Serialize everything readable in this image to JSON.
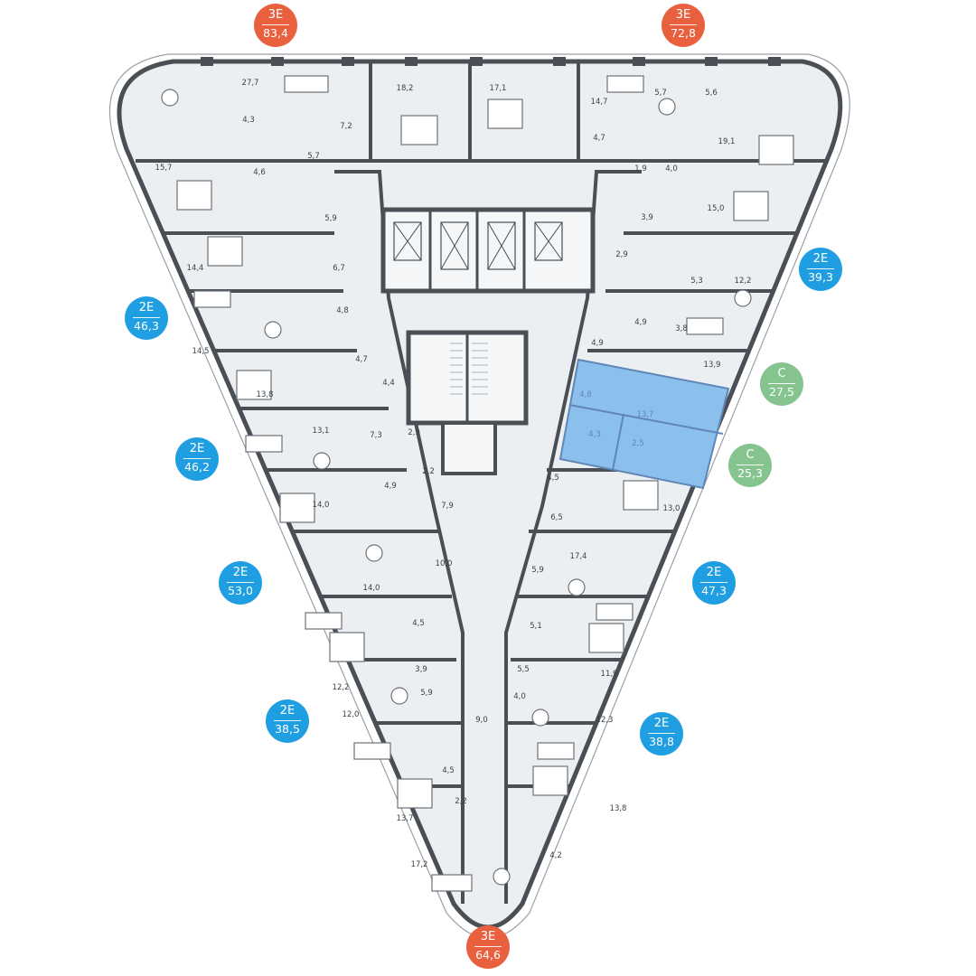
{
  "colors": {
    "badge_3e": "#e9603f",
    "badge_2e": "#1f9fe2",
    "badge_studio": "#86c48f",
    "selected_unit": "#8cc0ec",
    "floor": "#eceff2",
    "wall": "#4a4f55",
    "line": "#8a9097"
  },
  "badges": [
    {
      "type": "3E",
      "area": "83,4",
      "color": "#e9603f"
    },
    {
      "type": "3E",
      "area": "72,8",
      "color": "#e9603f"
    },
    {
      "type": "2E",
      "area": "39,3",
      "color": "#1f9fe2"
    },
    {
      "type": "2E",
      "area": "46,3",
      "color": "#1f9fe2"
    },
    {
      "type": "С",
      "area": "27,5",
      "color": "#86c48f"
    },
    {
      "type": "2E",
      "area": "46,2",
      "color": "#1f9fe2"
    },
    {
      "type": "С",
      "area": "25,3",
      "color": "#86c48f"
    },
    {
      "type": "2E",
      "area": "53,0",
      "color": "#1f9fe2"
    },
    {
      "type": "2E",
      "area": "47,3",
      "color": "#1f9fe2"
    },
    {
      "type": "2E",
      "area": "38,5",
      "color": "#1f9fe2"
    },
    {
      "type": "2E",
      "area": "38,8",
      "color": "#1f9fe2"
    },
    {
      "type": "3E",
      "area": "64,6",
      "color": "#e9603f"
    }
  ],
  "rooms": [
    {
      "label": "27,7"
    },
    {
      "label": "18,2"
    },
    {
      "label": "17,1"
    },
    {
      "label": "14,7"
    },
    {
      "label": "5,7"
    },
    {
      "label": "5,6"
    },
    {
      "label": "4,3"
    },
    {
      "label": "7,2"
    },
    {
      "label": "4,7"
    },
    {
      "label": "19,1"
    },
    {
      "label": "5,7"
    },
    {
      "label": "4,6"
    },
    {
      "label": "15,7"
    },
    {
      "label": "1,9"
    },
    {
      "label": "4,0"
    },
    {
      "label": "5,9"
    },
    {
      "label": "3,9"
    },
    {
      "label": "15,0"
    },
    {
      "label": "14,4"
    },
    {
      "label": "6,7"
    },
    {
      "label": "2,9"
    },
    {
      "label": "5,3"
    },
    {
      "label": "12,2"
    },
    {
      "label": "4,8"
    },
    {
      "label": "4,9"
    },
    {
      "label": "3,8"
    },
    {
      "label": "14,5"
    },
    {
      "label": "4,7"
    },
    {
      "label": "4,9"
    },
    {
      "label": "13,9"
    },
    {
      "label": "4,4"
    },
    {
      "label": "13,8"
    },
    {
      "label": "4,8"
    },
    {
      "label": "13,7"
    },
    {
      "label": "13,1"
    },
    {
      "label": "7,3"
    },
    {
      "label": "2,9"
    },
    {
      "label": "4,3"
    },
    {
      "label": "2,5"
    },
    {
      "label": "2,2"
    },
    {
      "label": "4,9"
    },
    {
      "label": "4,5"
    },
    {
      "label": "14,0"
    },
    {
      "label": "7,9"
    },
    {
      "label": "13,0"
    },
    {
      "label": "6,5"
    },
    {
      "label": "10,0"
    },
    {
      "label": "17,4"
    },
    {
      "label": "5,9"
    },
    {
      "label": "14,0"
    },
    {
      "label": "4,5"
    },
    {
      "label": "5,1"
    },
    {
      "label": "3,9"
    },
    {
      "label": "5,5"
    },
    {
      "label": "11,9"
    },
    {
      "label": "12,2"
    },
    {
      "label": "5,9"
    },
    {
      "label": "4,0"
    },
    {
      "label": "12,0"
    },
    {
      "label": "9,0"
    },
    {
      "label": "12,3"
    },
    {
      "label": "4,5"
    },
    {
      "label": "2,2"
    },
    {
      "label": "13,8"
    },
    {
      "label": "13,7"
    },
    {
      "label": "4,2"
    },
    {
      "label": "17,2"
    }
  ]
}
